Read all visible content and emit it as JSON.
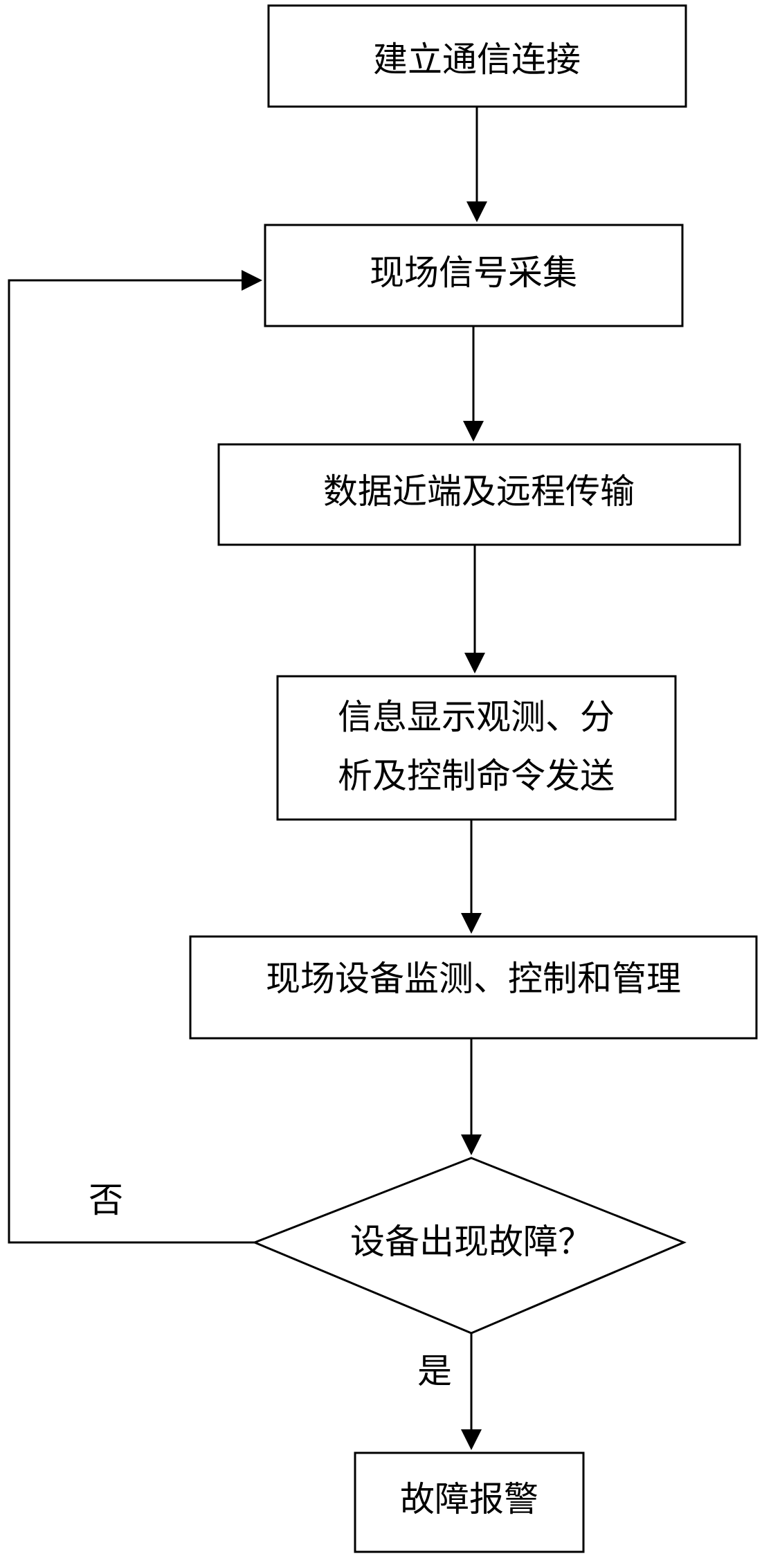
{
  "flowchart": {
    "nodes": [
      {
        "id": "n1",
        "lines": [
          "建立通信连接"
        ]
      },
      {
        "id": "n2",
        "lines": [
          "现场信号采集"
        ]
      },
      {
        "id": "n3",
        "lines": [
          "数据近端及远程传输"
        ]
      },
      {
        "id": "n4",
        "lines": [
          "信息显示观测、分",
          "析及控制命令发送"
        ]
      },
      {
        "id": "n5",
        "lines": [
          "现场设备监测、控制和管理"
        ]
      },
      {
        "id": "n6",
        "lines": [
          "设备出现故障？"
        ]
      },
      {
        "id": "n7",
        "lines": [
          "故障报警"
        ]
      }
    ],
    "edge_labels": {
      "no": "否",
      "yes": "是"
    }
  }
}
